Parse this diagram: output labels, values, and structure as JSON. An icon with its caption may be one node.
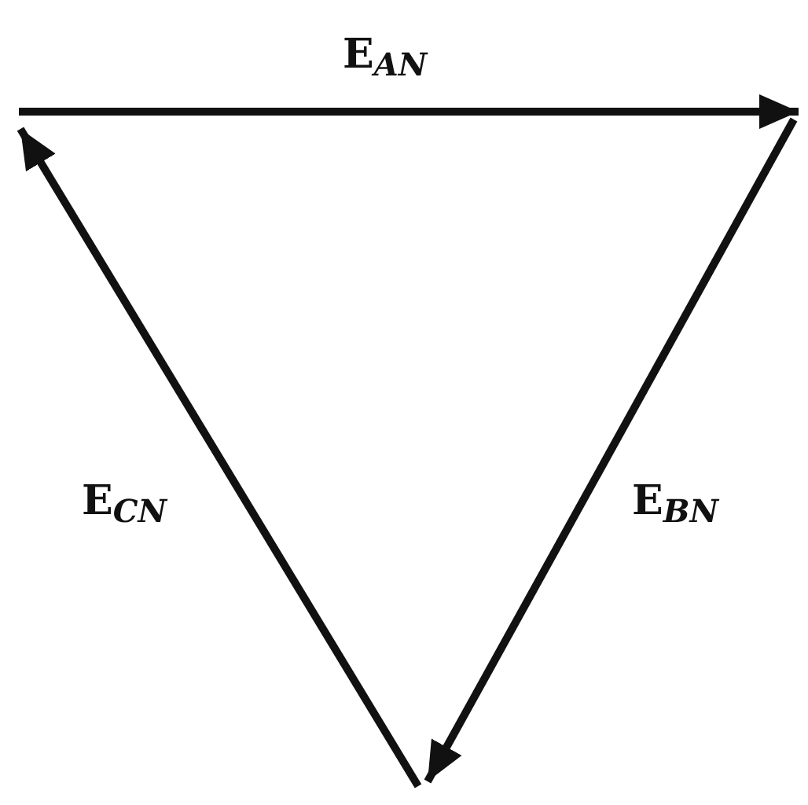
{
  "diagram": {
    "labels": [
      "E$_{AN}$",
      "E$_{CN}$",
      "E$_{BN}$"
    ]
  }
}
